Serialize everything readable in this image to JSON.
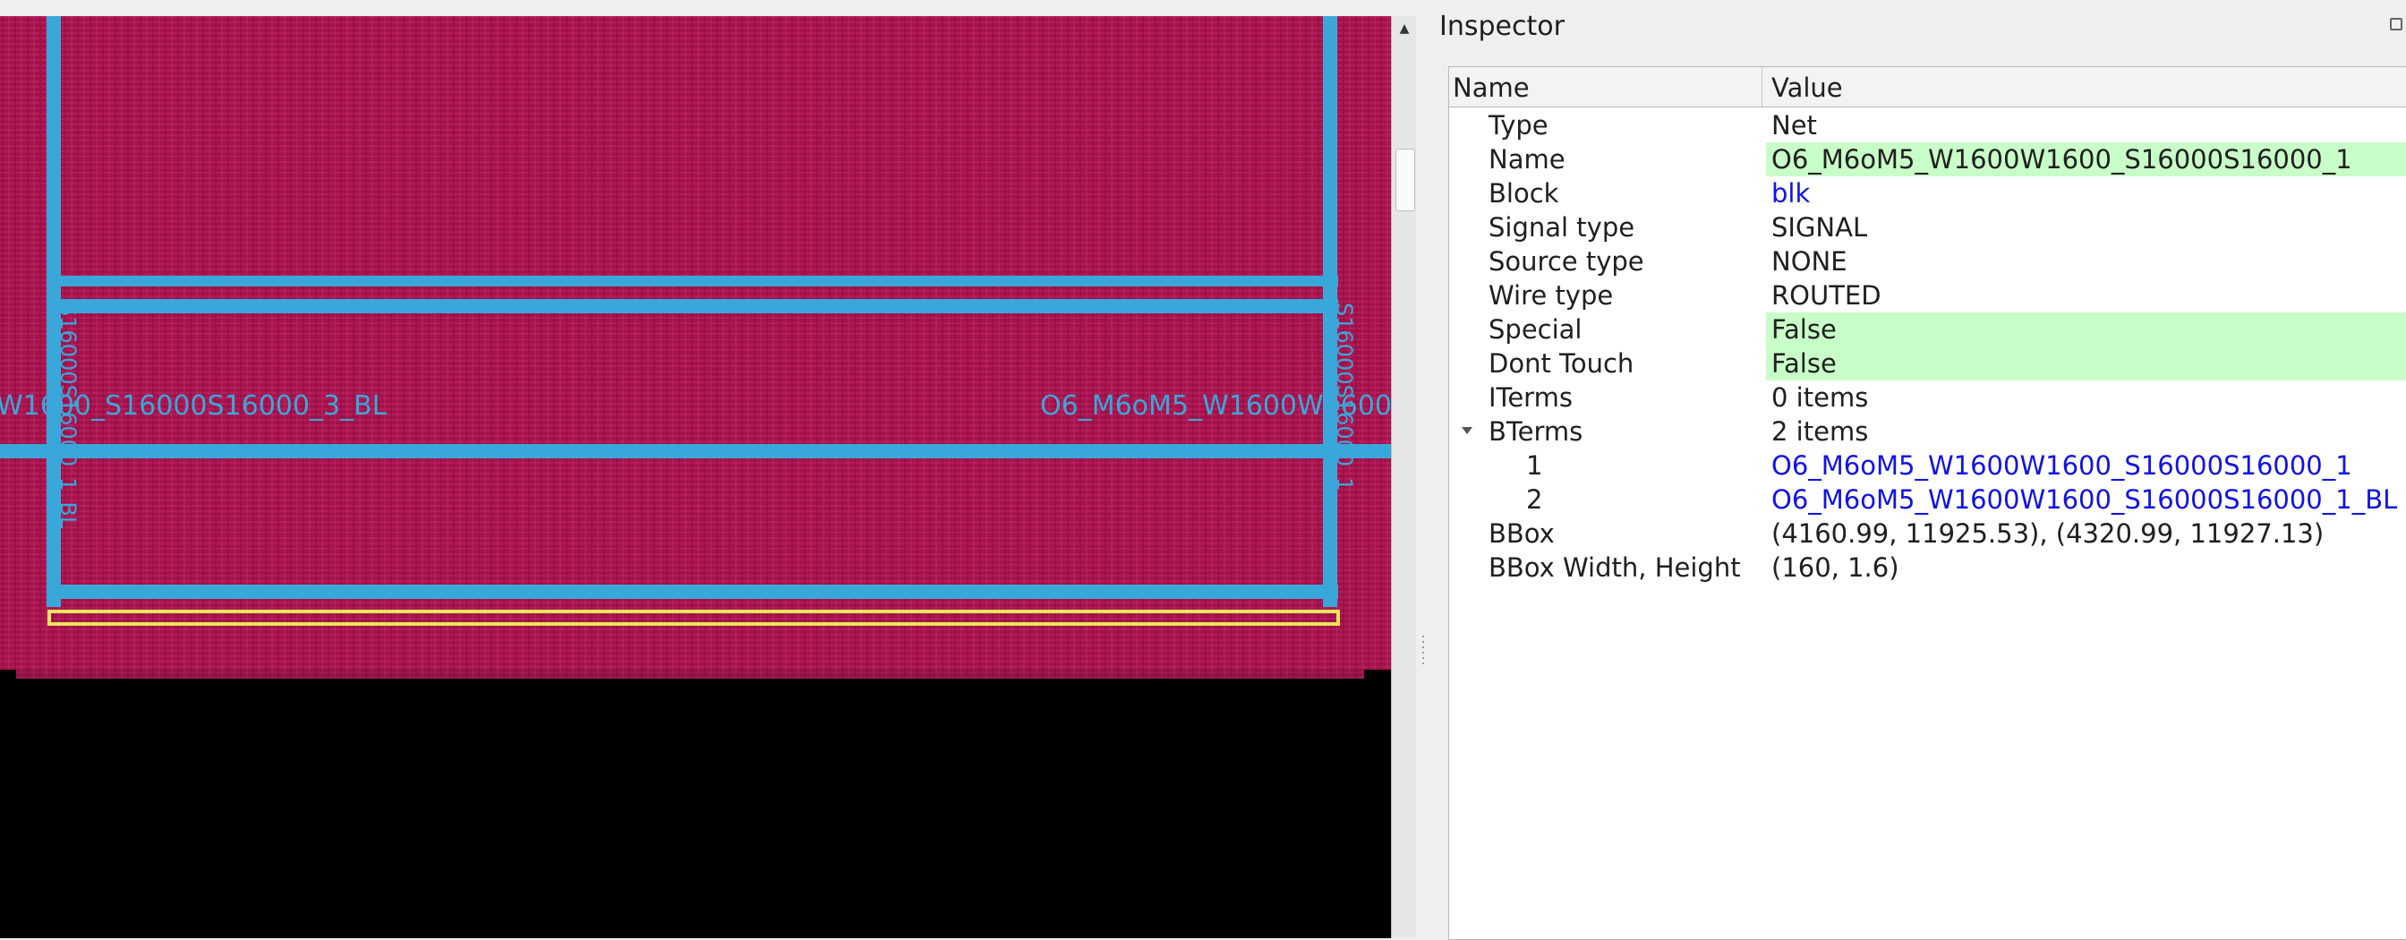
{
  "layout_view": {
    "label_left": "W1600_S16000S16000_3_BL",
    "label_right": "O6_M6oM5_W1600W1600_",
    "vertical_label_left": "S16000S16000_1_BL",
    "vertical_label_right": "S16000S16000_1",
    "colors": {
      "background": "#000000",
      "fill": "#a5124b",
      "wire": "#3aa7da",
      "highlight": "#e6e65a"
    }
  },
  "scrollbar": {
    "up_arrow_icon": "triangle-up-icon"
  },
  "inspector": {
    "title": "Inspector",
    "float_icon": "float-dock-icon",
    "columns": {
      "name": "Name",
      "value": "Value"
    },
    "rows": [
      {
        "name": "Type",
        "value": "Net"
      },
      {
        "name": "Name",
        "value": "O6_M6oM5_W1600W1600_S16000S16000_1"
      },
      {
        "name": "Block",
        "value": "blk"
      },
      {
        "name": "Signal type",
        "value": "SIGNAL"
      },
      {
        "name": "Source type",
        "value": "NONE"
      },
      {
        "name": "Wire type",
        "value": "ROUTED"
      },
      {
        "name": "Special",
        "value": "False"
      },
      {
        "name": "Dont Touch",
        "value": "False"
      },
      {
        "name": "ITerms",
        "value": "0 items"
      },
      {
        "name": "BTerms",
        "value": "2 items"
      },
      {
        "name": "1",
        "value": "O6_M6oM5_W1600W1600_S16000S16000_1"
      },
      {
        "name": "2",
        "value": "O6_M6oM5_W1600W1600_S16000S16000_1_BL"
      },
      {
        "name": "BBox",
        "value": "(4160.99, 11925.53), (4320.99, 11927.13)"
      },
      {
        "name": "BBox Width, Height",
        "value": "(160, 1.6)"
      }
    ],
    "highlight_color": "#c8ffc8",
    "link_color": "#1212e6"
  }
}
